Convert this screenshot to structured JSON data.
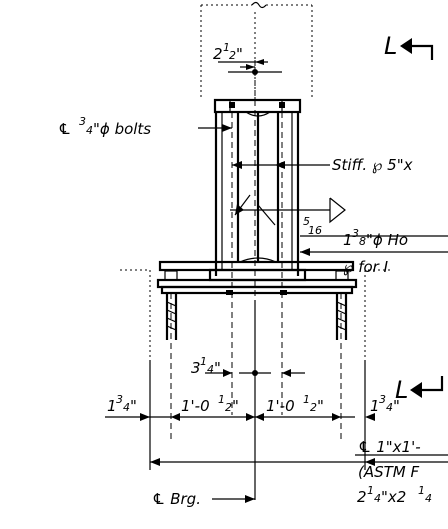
{
  "labels": {
    "gage_main": "2",
    "gage_sup": "1",
    "gage_sub": "2",
    "gage_end": "\"",
    "bolts_cl": "℄",
    "bolts_sup": "3",
    "bolts_sub": "4",
    "bolts_text": "\"ϕ bolts",
    "stiff_text": "Stiff. ℘ 5\"x",
    "weld_sup": "5",
    "weld_sub": "16",
    "hole_main": "1",
    "hole_sup": "3",
    "hole_sub": "8",
    "hole_text": "\"ϕ Ho",
    "plate_text": "℘ for I",
    "spacing_main": "3",
    "spacing_sup": "1",
    "spacing_sub": "4",
    "spacing_end": "\"",
    "dim1_main": "1",
    "dim1_sup": "3",
    "dim1_sub": "4",
    "dim1_end": "\"",
    "dim2_main": "1'-0",
    "dim2_sup": "1",
    "dim2_sub": "2",
    "dim2_end": "\"",
    "dim3_main": "1'-0",
    "dim3_sup": "1",
    "dim3_sub": "2",
    "dim3_end": "\"",
    "dim4_main": "1",
    "dim4_sup": "3",
    "dim4_sub": "4",
    "dim4_end": "\"",
    "plate_cl": "℄ 1\"x1'-",
    "astm_text": "(ASTM F",
    "angle_main": "2",
    "angle_sup": "1",
    "angle_sub": "4",
    "angle_text": "\"x2",
    "angle_sup2": "1",
    "angle_sub2": "4",
    "brg_text": "℄ Brg.",
    "section_letter_top": "L",
    "section_letter_bot": "L"
  }
}
